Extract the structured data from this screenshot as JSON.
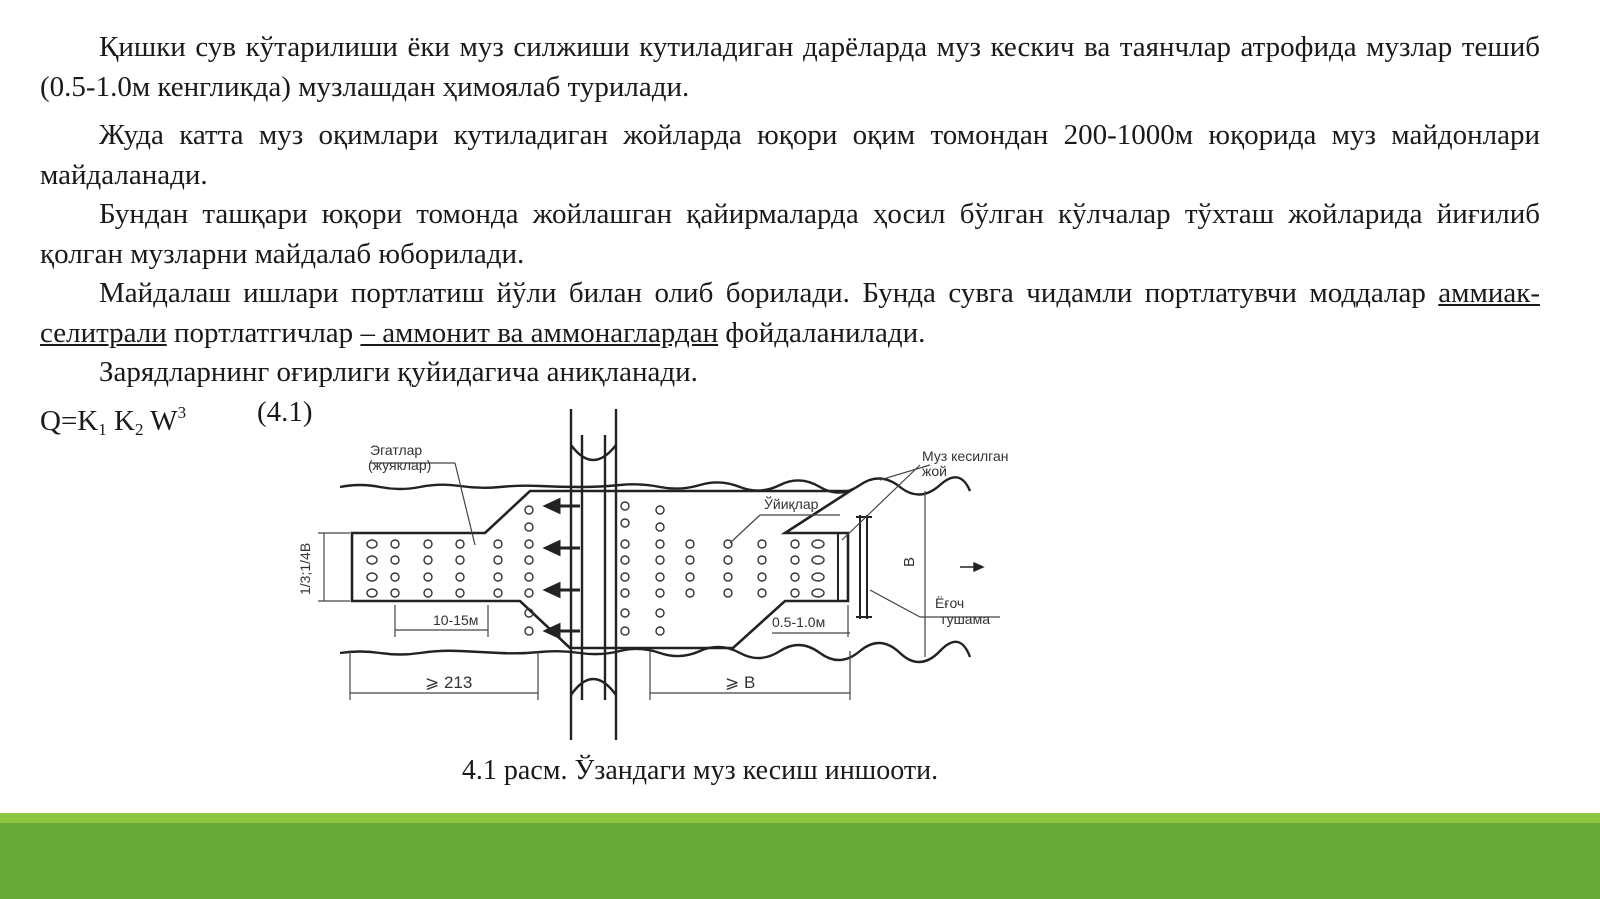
{
  "paragraphs": {
    "p1": "Қишки сув кўтарилиши ёки муз силжиши кутиладиган дарёларда муз кескич ва таянчлар атрофида музлар тешиб (0.5-1.0м кенгликда) музлашдан ҳимоялаб турилади.",
    "p2": "Жуда катта муз оқимлари кутиладиган жойларда юқори оқим томондан 200-1000м юқорида муз майдонлари майдаланади.",
    "p3": "Бундан ташқари юқори томонда жойлашган қайирмаларда ҳосил бўлган кўлчалар тўхташ жойларида йиғилиб қолган музларни майдалаб юборилади.",
    "p4": {
      "a": "Майдалаш ишлари портлатиш йўли билан олиб борилади. Бунда сувга чидамли портлатувчи моддалар ",
      "u1": "аммиак-селитрали",
      "b": " портлатгичлар ",
      "u2": "– аммонит ва аммонаглардан",
      "c": " фойдаланилади."
    },
    "p5": "Зарядларнинг оғирлиги қуйидагича аниқланади."
  },
  "formula": {
    "q": "Q=K",
    "k1": "1",
    "k2pre": " K",
    "k2": "2",
    "wpre": " W",
    "wexp": "3",
    "number": "(4.1)"
  },
  "diagram": {
    "label_furrows_1": "Эгатлар",
    "label_furrows_2": "(жуяклар)",
    "label_cut_1": "Муз кесилган",
    "label_cut_2": "жой",
    "label_holes": "Ўйиқлар",
    "label_width_ratio": "1/3;1/4В",
    "label_10_15": "10-15м",
    "label_05_10": "0.5-1.0м",
    "label_213": "⩾ 213",
    "label_b_dim": "⩾ В",
    "label_b": "В",
    "label_wood_1": "Ёғоч",
    "label_wood_2": "тушама"
  },
  "caption": "4.1 расм. Ўзандаги муз кесиш иншооти.",
  "colors": {
    "footer_light": "#8cc63f",
    "footer_dark": "#6aaa3a"
  }
}
